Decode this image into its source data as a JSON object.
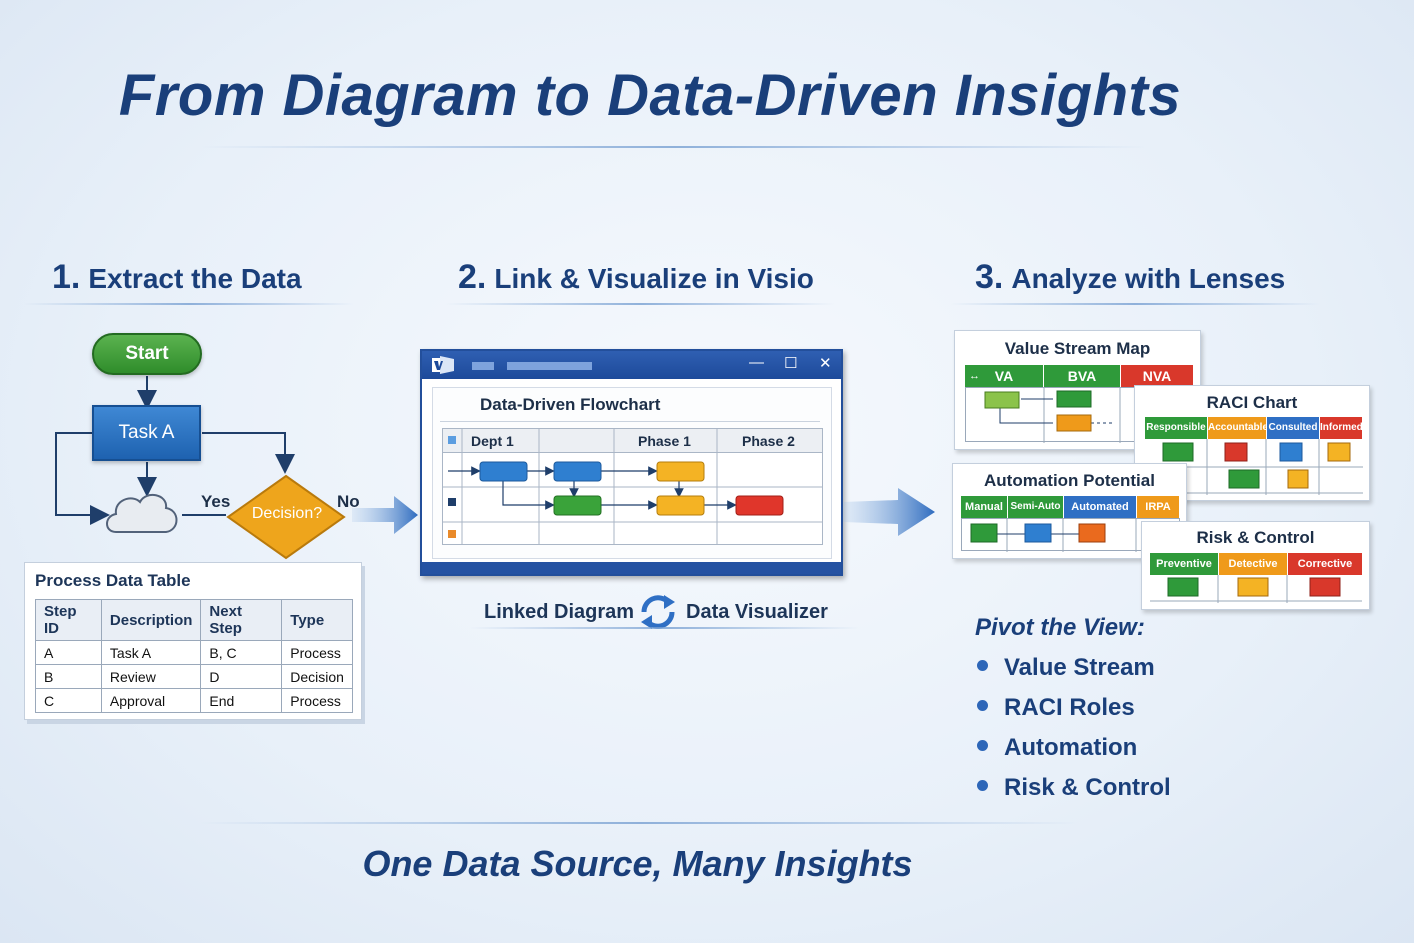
{
  "title": "From Diagram to Data-Driven Insights",
  "steps": [
    {
      "number": "1.",
      "title": "Extract the Data"
    },
    {
      "number": "2.",
      "title": "Link & Visualize in Visio"
    },
    {
      "number": "3.",
      "title": "Analyze with Lenses"
    }
  ],
  "flowchart": {
    "start": "Start",
    "task": "Task A",
    "decision": "Decision?",
    "yes": "Yes",
    "no": "No"
  },
  "process_table": {
    "title": "Process Data Table",
    "headers": [
      "Step ID",
      "Description",
      "Next Step",
      "Type"
    ],
    "rows": [
      [
        "A",
        "Task A",
        "B, C",
        "Process"
      ],
      [
        "B",
        "Review",
        "D",
        "Decision"
      ],
      [
        "C",
        "Approval",
        "End",
        "Process"
      ]
    ]
  },
  "visio": {
    "canvas_title": "Data-Driven Flowchart",
    "swimlane_headers": [
      "Dept 1",
      "Phase 1",
      "Phase 2"
    ],
    "caption_left": "Linked Diagram",
    "caption_right": "Data Visualizer",
    "colors": {
      "process": "#2f7fd0",
      "decision": "#f4b324",
      "subprocess": "#3aa33a",
      "end": "#e0362b"
    }
  },
  "lenses": {
    "value_stream": {
      "title": "Value Stream Map",
      "columns": [
        "VA",
        "BVA",
        "NVA"
      ]
    },
    "raci": {
      "title": "RACI Chart",
      "columns": [
        "Responsible",
        "Accountable",
        "Consulted",
        "Informed"
      ]
    },
    "automation": {
      "title": "Automation Potential",
      "columns": [
        "Manual",
        "Semi-Auto",
        "Automated",
        "IRPA"
      ]
    },
    "risk": {
      "title": "Risk & Control",
      "columns": [
        "Preventive",
        "Detective",
        "Corrective"
      ]
    }
  },
  "pivot": {
    "title": "Pivot the View:",
    "items": [
      "Value Stream",
      "RACI Roles",
      "Automation",
      "Risk & Control"
    ]
  },
  "footer": "One Data Source, Many Insights"
}
